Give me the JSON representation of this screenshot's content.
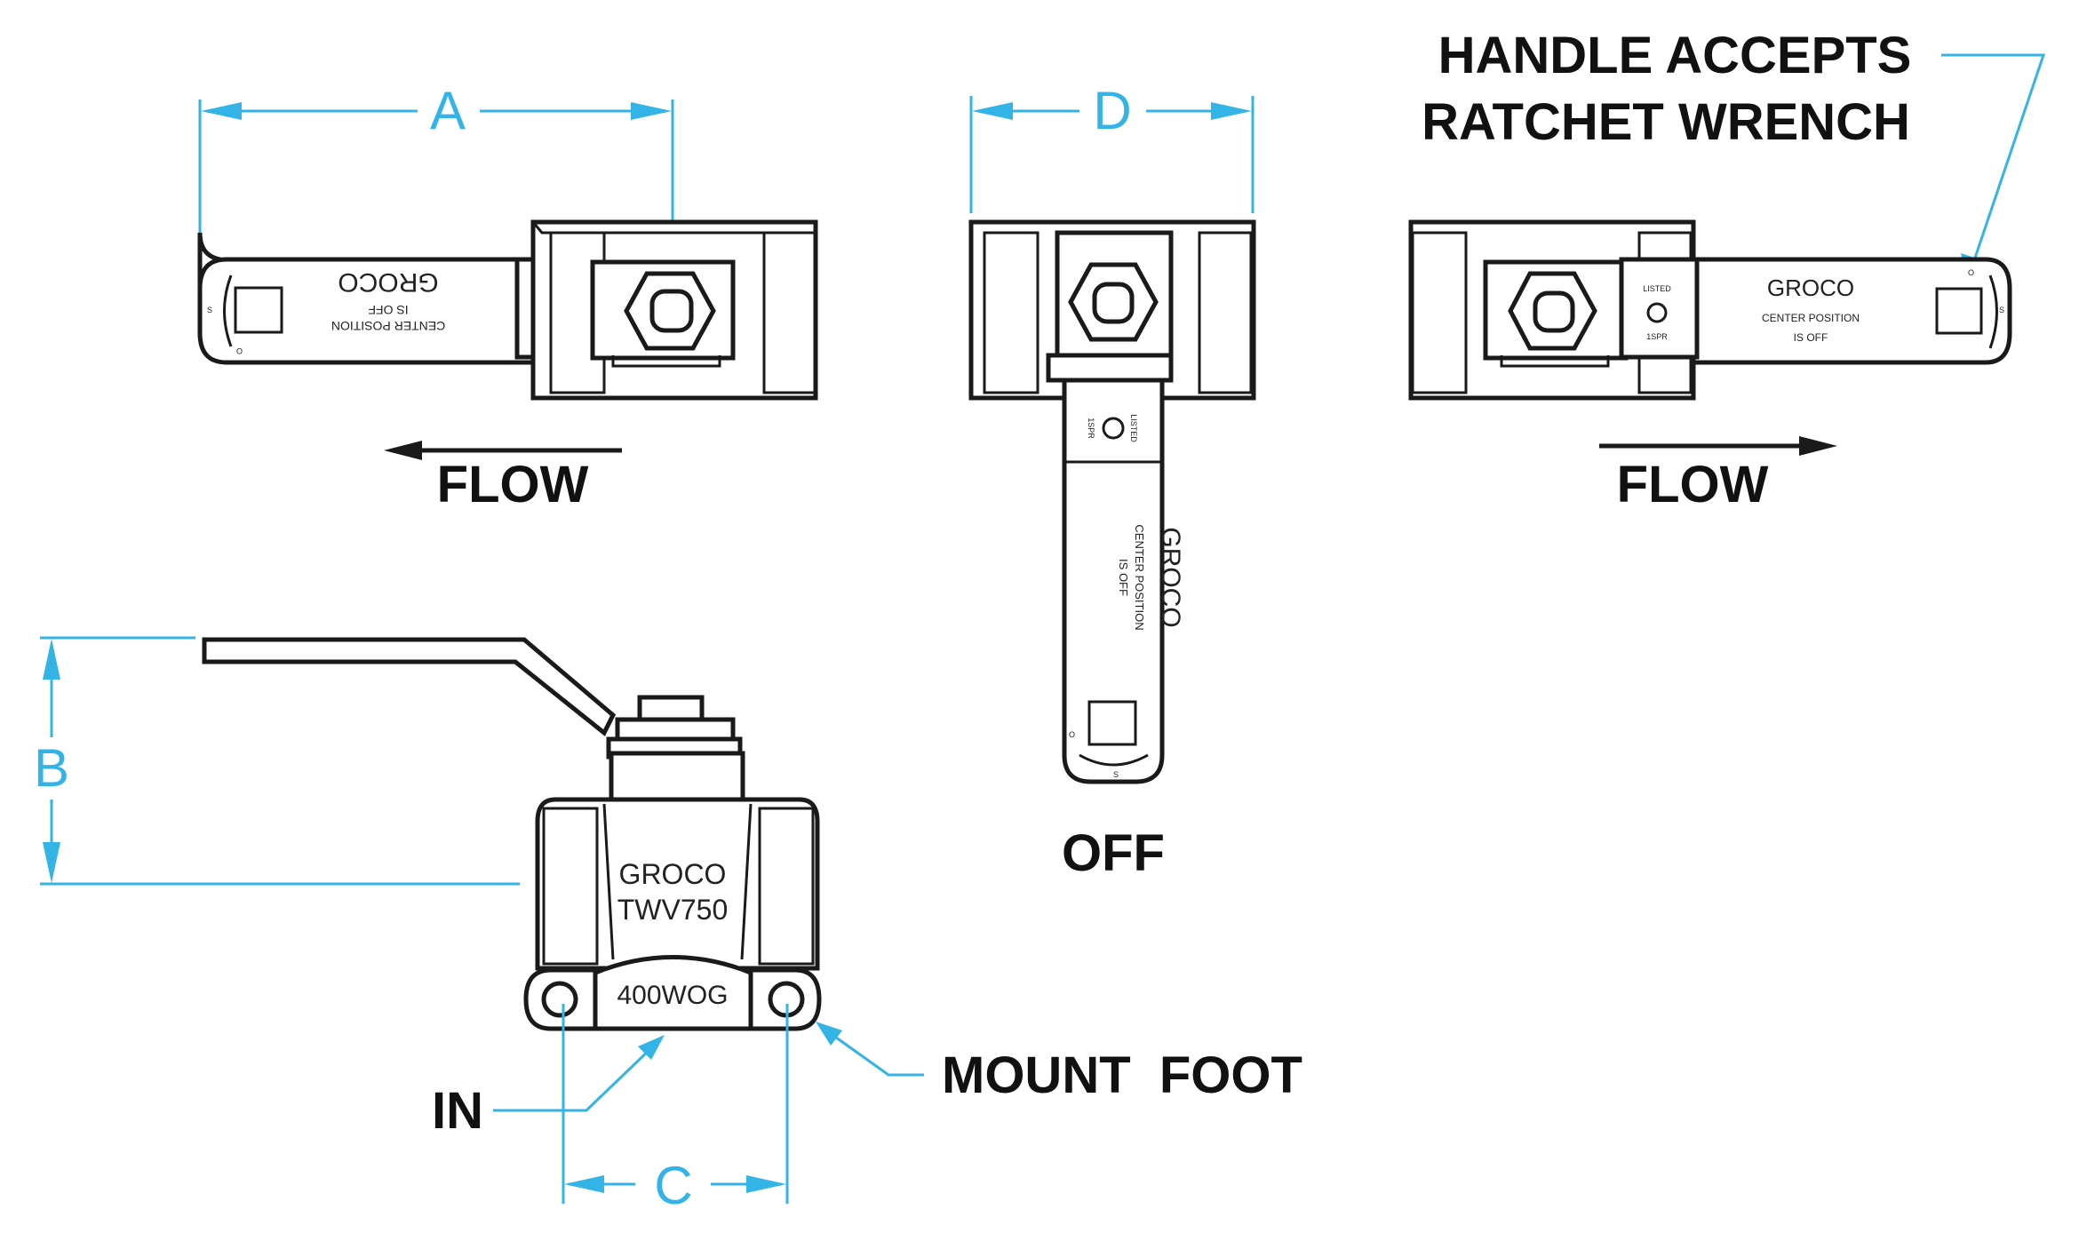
{
  "colors": {
    "dimension": "#33b3e6",
    "linework": "#1a1a1a",
    "background": "#ffffff"
  },
  "dimensions": {
    "a": "A",
    "b": "B",
    "c": "C",
    "d": "D"
  },
  "labels": {
    "handle_accepts_line1": "HANDLE ACCEPTS",
    "handle_accepts_line2": "RATCHET WRENCH",
    "flow_left": "FLOW",
    "flow_right": "FLOW",
    "off": "OFF",
    "in": "IN",
    "mount_foot": "MOUNT  FOOT"
  },
  "handle_markings": {
    "brand": "GROCO",
    "center_line1": "CENTER POSITION",
    "center_line2": "IS OFF",
    "listed": "LISTED",
    "type": "1SPR",
    "mark_o": "O",
    "mark_s": "S"
  },
  "valve_body": {
    "brand": "GROCO",
    "model": "TWV750",
    "rating": "400WOG"
  }
}
